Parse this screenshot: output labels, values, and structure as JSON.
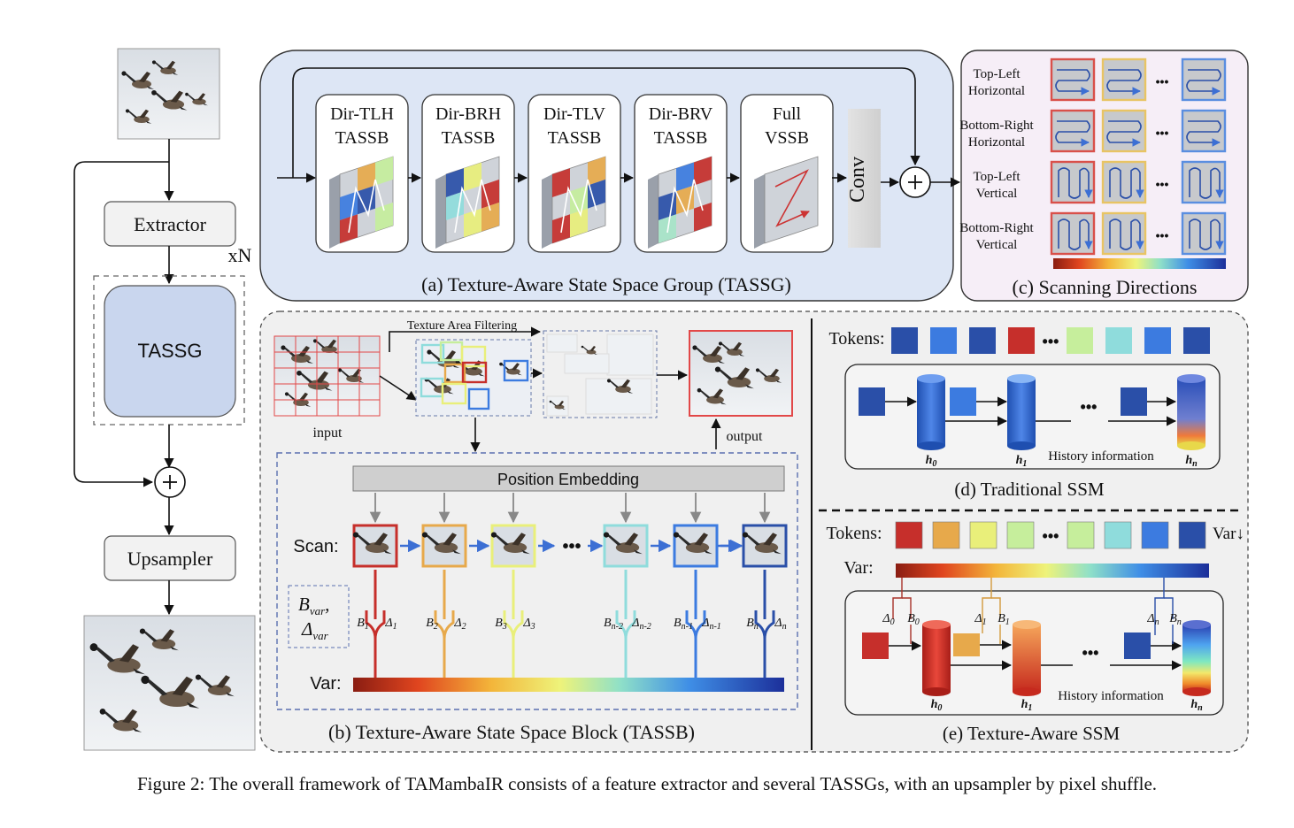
{
  "left_pipeline": {
    "extractor": "Extractor",
    "tassg": "TASSG",
    "repeat": "xN",
    "upsampler": "Upsampler"
  },
  "panel_a": {
    "blocks": [
      {
        "line1": "Dir-TLH",
        "line2": "TASSB"
      },
      {
        "line1": "Dir-BRH",
        "line2": "TASSB"
      },
      {
        "line1": "Dir-TLV",
        "line2": "TASSB"
      },
      {
        "line1": "Dir-BRV",
        "line2": "TASSB"
      },
      {
        "line1": "Full",
        "line2": "VSSB"
      }
    ],
    "conv": "Conv",
    "caption": "(a) Texture-Aware State Space Group (TASSG)"
  },
  "panel_c": {
    "rows": [
      {
        "line1": "Top-Left",
        "line2": "Horizontal"
      },
      {
        "line1": "Bottom-Right",
        "line2": "Horizontal"
      },
      {
        "line1": "Top-Left",
        "line2": "Vertical"
      },
      {
        "line1": "Bottom-Right",
        "line2": "Vertical"
      }
    ],
    "ellipsis": "•••",
    "caption": "(c) Scanning Directions"
  },
  "panel_b": {
    "filter_label": "Texture Area Filtering",
    "input": "input",
    "output": "output",
    "pos_embed": "Position Embedding",
    "scan": "Scan:",
    "var": "Var:",
    "ellipsis": "•••",
    "param_1": "B",
    "param_1_sub": "var",
    "param_2": "Δ",
    "param_2_sub": "var",
    "token_params": [
      {
        "b": "B",
        "b_sub": "1",
        "d": "Δ",
        "d_sub": "1"
      },
      {
        "b": "B",
        "b_sub": "2",
        "d": "Δ",
        "d_sub": "2"
      },
      {
        "b": "B",
        "b_sub": "3",
        "d": "Δ",
        "d_sub": "3"
      },
      {
        "b": "B",
        "b_sub": "n-2",
        "d": "Δ",
        "d_sub": "n-2"
      },
      {
        "b": "B",
        "b_sub": "n-1",
        "d": "Δ",
        "d_sub": "n-1"
      },
      {
        "b": "B",
        "b_sub": "n",
        "d": "Δ",
        "d_sub": "n"
      }
    ],
    "caption": "(b) Texture-Aware State Space Block (TASSB)"
  },
  "panel_d": {
    "tokens": "Tokens:",
    "ellipsis": "•••",
    "h0": "h",
    "h0_sub": "0",
    "h1": "h",
    "h1_sub": "1",
    "hn": "h",
    "hn_sub": "n",
    "history": "History information",
    "caption": "(d) Traditional SSM"
  },
  "panel_e": {
    "tokens": "Tokens:",
    "var_down": "Var↓",
    "var": "Var:",
    "ellipsis": "•••",
    "d0": "Δ",
    "d0_sub": "0",
    "b0": "B",
    "b0_sub": "0",
    "d1": "Δ",
    "d1_sub": "1",
    "b1": "B",
    "b1_sub": "1",
    "dn": "Δ",
    "dn_sub": "n",
    "bn": "B",
    "bn_sub": "n",
    "h0": "h",
    "h0_sub": "0",
    "h1": "h",
    "h1_sub": "1",
    "hn": "h",
    "hn_sub": "n",
    "history": "History information",
    "caption": "(e) Texture-Aware SSM"
  },
  "figure_caption": "Figure 2: The overall framework of TAMambaIR consists of a feature extractor and several TASSGs, with an upsampler by pixel shuffle.",
  "colors": {
    "panel_a_fill": "#dde6f5",
    "panel_c_fill": "#f6eef7",
    "tassg_fill": "#c9d6ee",
    "token_red": "#c62f2b",
    "token_orange": "#e7a94b",
    "token_yellow": "#e9ef7a",
    "token_lightgreen": "#c6ee9c",
    "token_mint": "#a7e4c8",
    "token_cyan": "#8fdcdc",
    "token_blue": "#3c7be0",
    "token_navy": "#2a4fa8"
  }
}
